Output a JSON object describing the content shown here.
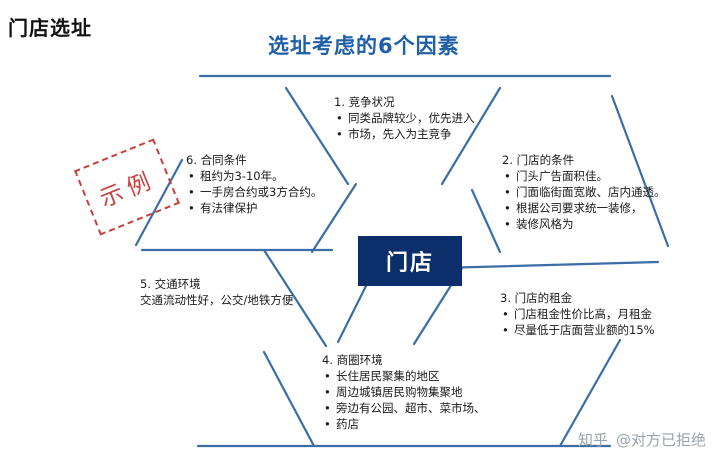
{
  "page_title": "门店选址",
  "diagram": {
    "title": "选址考虑的6个因素",
    "center": "门店",
    "stamp": "示例",
    "factors": [
      {
        "title": "1. 竞争状况",
        "items": [
          "同类品牌较少，优先进入",
          "市场，先入为主竞争"
        ]
      },
      {
        "title": "2. 门店的条件",
        "items": [
          "门头广告面积佳。",
          "门面临街面宽敞、店内通透。",
          "根据公司要求统一装修，",
          "装修风格为"
        ]
      },
      {
        "title": "3. 门店的租金",
        "items": [
          "门店租金性价比高，月租金",
          "尽量低于店面营业额的15%"
        ]
      },
      {
        "title": "4. 商圈环境",
        "items": [
          "长住居民聚集的地区",
          "周边城镇居民购物集聚地",
          "旁边有公园、超市、菜市场、",
          "药店"
        ]
      },
      {
        "title": "5. 交通环境",
        "lines": [
          "交通流动性好，公交/地铁方便"
        ]
      },
      {
        "title": "6. 合同条件",
        "items": [
          "租约为3-10年。",
          "一手房合约或3方合约。",
          "有法律保护"
        ]
      }
    ]
  },
  "watermark": {
    "site": "知乎",
    "user": "@对方已拒绝"
  },
  "colors": {
    "title_blue": "#1f5fa8",
    "line_blue": "#3a6ea5",
    "center_navy": "#0c2f6b",
    "stamp_red": "#c9403b"
  }
}
